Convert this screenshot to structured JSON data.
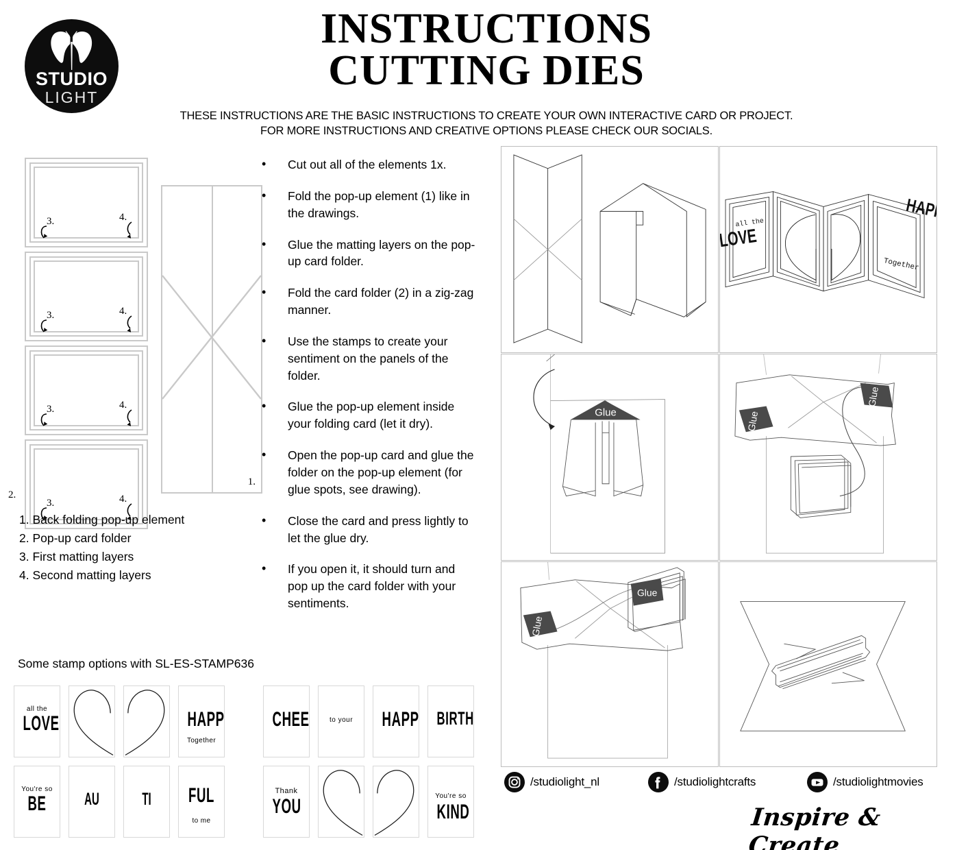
{
  "logo": {
    "icon": "butterfly-icon",
    "line1": "STUDIO",
    "line2": "LIGHT"
  },
  "header": {
    "title_line1": "INSTRUCTIONS",
    "title_line2": "CUTTING DIES",
    "subtitle_line1": "THESE INSTRUCTIONS ARE THE BASIC INSTRUCTIONS TO CREATE YOUR OWN INTERACTIVE CARD OR PROJECT.",
    "subtitle_line2": "FOR MORE INSTRUCTIONS AND CREATIVE OPTIONS PLEASE CHECK OUR SOCIALS."
  },
  "die_diagram": {
    "matting_marks": [
      "3.",
      "4."
    ],
    "popup_label": "1.",
    "folder_label": "2."
  },
  "legend": [
    "1. Back folding pop-up element",
    "2. Pop-up card folder",
    "3. First matting layers",
    "4. Second matting layers"
  ],
  "steps": [
    "Cut out all of the elements 1x.",
    "Fold the pop-up element (1) like in the drawings.",
    "Glue the matting layers on the pop-up card folder.",
    "Fold the card folder (2) in a zig-zag manner.",
    "Use the stamps to create your sentiment on the panels of the folder.",
    "Glue the pop-up element inside your folding card (let it dry).",
    "Open the pop-up card and glue the folder on the pop-up element (for glue spots, see drawing).",
    "Close the card and press lightly to let the glue dry.",
    "If you open it, it should turn and pop up the card folder with your sentiments."
  ],
  "stamps": {
    "title": "Some stamp options with SL-ES-STAMP636",
    "row1_groupA": [
      {
        "type": "text",
        "top": "all the",
        "main": "LOVE",
        "bottom": ""
      },
      {
        "type": "heart-left"
      },
      {
        "type": "heart-right"
      },
      {
        "type": "text",
        "top": "",
        "main": "HAPPY",
        "bottom": "Together"
      }
    ],
    "row1_groupB": [
      {
        "type": "text",
        "top": "",
        "main": "CHEERS",
        "bottom": ""
      },
      {
        "type": "text",
        "top": "",
        "main": "",
        "bottom": "",
        "mono": "to your"
      },
      {
        "type": "text",
        "top": "",
        "main": "HAPPY",
        "bottom": ""
      },
      {
        "type": "text",
        "top": "",
        "main": "BIRTHDAY",
        "bottom": ""
      }
    ],
    "row2_groupA": [
      {
        "type": "text",
        "top": "You're so",
        "main": "BE",
        "bottom": ""
      },
      {
        "type": "text",
        "top": "",
        "main": "AU",
        "bottom": ""
      },
      {
        "type": "text",
        "top": "",
        "main": "TI",
        "bottom": ""
      },
      {
        "type": "text",
        "top": "",
        "main": "FUL",
        "bottom": "to me"
      }
    ],
    "row2_groupB": [
      {
        "type": "text",
        "top": "Thank",
        "main": "YOU",
        "bottom": ""
      },
      {
        "type": "heart-left"
      },
      {
        "type": "heart-right"
      },
      {
        "type": "text",
        "top": "You're so",
        "main": "KIND",
        "bottom": ""
      }
    ]
  },
  "panels": {
    "glue_label": "Glue",
    "card_panel_texts": {
      "p1_top": "all the",
      "p1_main": "LOVE",
      "p4_main": "HAPPY",
      "p4_bottom": "Together"
    }
  },
  "footer": {
    "socials": [
      {
        "icon": "instagram-icon",
        "handle": "/studiolight_nl"
      },
      {
        "icon": "facebook-icon",
        "handle": "/studiolightcrafts"
      },
      {
        "icon": "youtube-icon",
        "handle": "/studiolightmovies"
      }
    ],
    "tagline": "Inspire & Create"
  },
  "colors": {
    "die_gray": "#c9c9c9",
    "panel_border": "#bdbdbd",
    "glue_dark": "#4a4a4a",
    "black": "#000000"
  }
}
